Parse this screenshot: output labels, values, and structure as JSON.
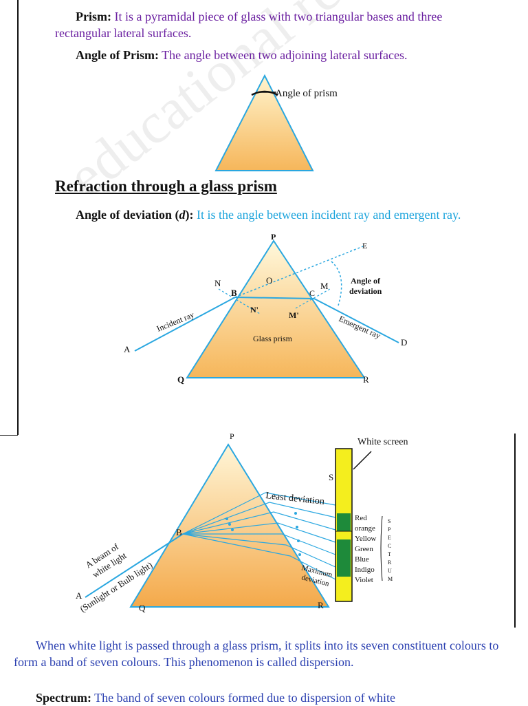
{
  "prism_def": {
    "term": "Prism:",
    "text": " It is a pyramidal piece of glass with two triangular bases and three rectangular lateral surfaces."
  },
  "angle_def": {
    "term": "Angle of Prism:",
    "text": " The angle between two adjoining lateral surfaces."
  },
  "fig1": {
    "label": "Angle of prism"
  },
  "section_heading": "Refraction through a glass prism",
  "deviation_def": {
    "term_a": "Angle of deviation (",
    "term_d": "d",
    "term_b": "):",
    "text": " It is the angle between incident ray and emergent ray."
  },
  "fig2": {
    "P": "P",
    "Q": "Q",
    "R": "R",
    "A": "A",
    "B": "B",
    "C": "C",
    "D": "D",
    "E": "E",
    "N": "N",
    "M": "M",
    "O": "O",
    "N_prime": "N'",
    "M_prime": "M'",
    "incident_ray": "Incident ray",
    "emergent_ray": "Emergent ray",
    "glass_prism": "Glass prism",
    "angle_dev_1": "Angle of",
    "angle_dev_2": "deviation"
  },
  "fig3": {
    "P": "P",
    "Q": "Q",
    "R": "R",
    "A": "A",
    "B": "B",
    "S": "S",
    "white_screen": "White screen",
    "least_dev": "Least deviation",
    "max_dev_1": "Maximum",
    "max_dev_2": "deviation",
    "beam_1": "A beam of",
    "beam_2": "white light",
    "beam_3": "(Sunlight or Bulb light)",
    "colors": [
      "Red",
      "orange",
      "Yellow",
      "Green",
      "Blue",
      "Indigo",
      "Violet"
    ],
    "spectrum_letters": [
      "S",
      "P",
      "E",
      "C",
      "T",
      "R",
      "U",
      "M"
    ]
  },
  "dispersion_para": "When white light is passed through a glass prism, it splits into its seven constituent colours to form a band of seven colours. This phenomenon is called dispersion.",
  "spectrum_def": {
    "term": "Spectrum:",
    "text": " The band of seven colours formed due to dispersion of white"
  }
}
